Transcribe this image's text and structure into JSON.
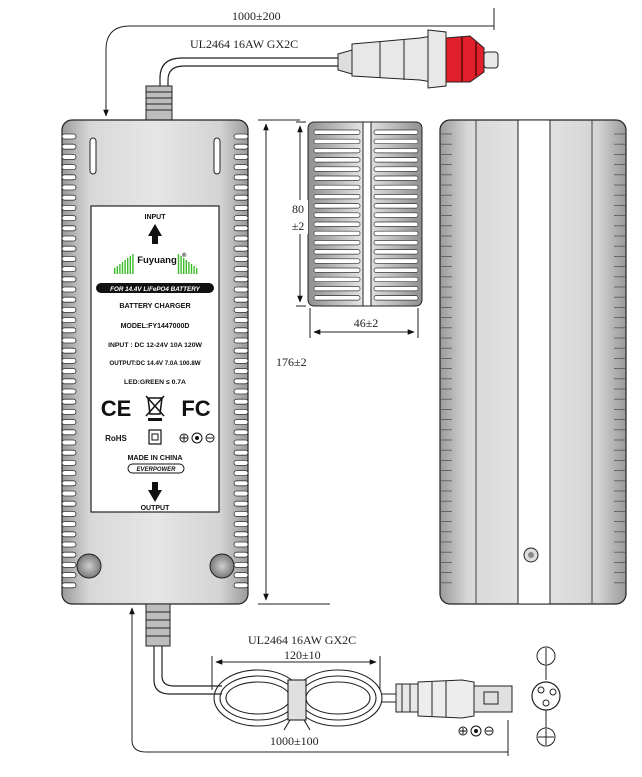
{
  "dimensions": {
    "input_cable_length": "1000±200",
    "input_cable_spec": "UL2464 16AW GX2C",
    "side_height": "80",
    "side_height_tol": "±2",
    "side_width": "46±2",
    "body_length": "176±2",
    "output_cable_spec": "UL2464 16AW GX2C",
    "output_coil_length": "120±10",
    "output_cable_length": "1000±100"
  },
  "label": {
    "input_arrow_text": "INPUT",
    "brand": "Fuyuang",
    "brand_mark": "®",
    "battery_banner": "FOR 14.4V LiFePO4 BATTERY",
    "title": "BATTERY CHARGER",
    "model": "MODEL:FY1447000D",
    "input_spec": "INPUT : DC 12-24V  10A 120W",
    "output_spec": "OUTPUT:DC 14.4V  7.0A  100.8W",
    "led_spec": "LED:GREEN ≤ 0.7A",
    "ce_mark": "CE",
    "fc_mark": "FC",
    "rohs_mark": "RoHS",
    "made_in": "MADE IN CHINA",
    "maker": "EVERPOWER",
    "output_arrow_text": "OUTPUT"
  },
  "polarity": {
    "plus": "+",
    "minus": "−"
  },
  "colors": {
    "plug_tip": "#e0202a",
    "brand_green": "#3dbb2c",
    "metal_gray": "#c8c8c8",
    "ink": "#111111"
  }
}
